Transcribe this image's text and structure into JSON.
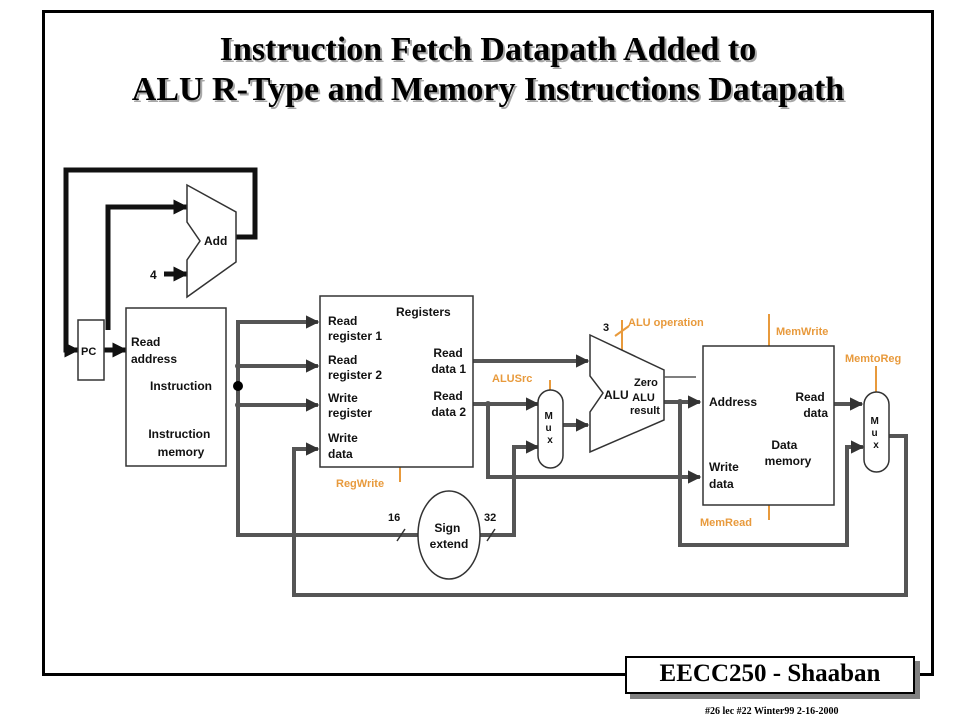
{
  "title": {
    "line1": "Instruction Fetch Datapath Added to",
    "line2": "ALU R-Type and Memory Instructions Datapath"
  },
  "diagram": {
    "adder": {
      "label": "Add",
      "constant": "4"
    },
    "pc": {
      "label": "PC"
    },
    "instruction_memory": {
      "read_address_line1": "Read",
      "read_address_line2": "address",
      "instruction": "Instruction",
      "name_line1": "Instruction",
      "name_line2": "memory"
    },
    "registers": {
      "title": "Registers",
      "read_reg1_line1": "Read",
      "read_reg1_line2": "register 1",
      "read_reg2_line1": "Read",
      "read_reg2_line2": "register 2",
      "write_reg_line1": "Write",
      "write_reg_line2": "register",
      "write_data_line1": "Write",
      "write_data_line2": "data",
      "read_data1_line1": "Read",
      "read_data1_line2": "data 1",
      "read_data2_line1": "Read",
      "read_data2_line2": "data 2"
    },
    "control_signals": {
      "reg_write": "RegWrite",
      "alu_src": "ALUSrc",
      "alu_operation": "ALU operation",
      "alu_op_width": "3",
      "mem_write": "MemWrite",
      "mem_to_reg": "MemtoReg",
      "mem_read": "MemRead"
    },
    "alu": {
      "label": "ALU",
      "zero": "Zero",
      "result_line1": "ALU",
      "result_line2": "result"
    },
    "mux": {
      "m": "M",
      "u": "u",
      "x": "x"
    },
    "sign_extend": {
      "line1": "Sign",
      "line2": "extend",
      "in_width": "16",
      "out_width": "32"
    },
    "data_memory": {
      "address": "Address",
      "read_data_line1": "Read",
      "read_data_line2": "data",
      "write_data_line1": "Write",
      "write_data_line2": "data",
      "name_line1": "Data",
      "name_line2": "memory"
    }
  },
  "colors": {
    "wire": "#555555",
    "control": "#e89a3c",
    "text": "#111111"
  },
  "footer": {
    "course": "EECC250 - Shaaban",
    "footnote": "#26  lec #22  Winter99  2-16-2000"
  }
}
